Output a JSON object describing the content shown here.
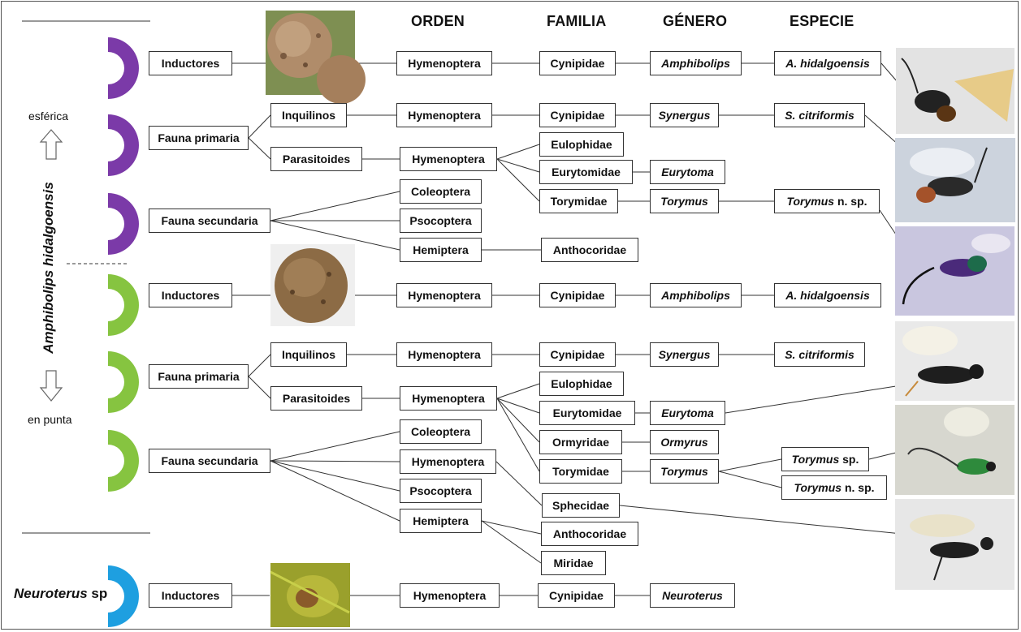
{
  "headers": {
    "orden": "ORDEN",
    "familia": "FAMILIA",
    "genero": "GÉNERO",
    "especie": "ESPECIE"
  },
  "side": {
    "species_label": "Amphibolips hidalgoensis",
    "top_shape": "esférica",
    "bottom_shape": "en punta",
    "neuroterus_genus": "Neuroterus",
    "neuroterus_suffix": " sp"
  },
  "colors": {
    "purple": "#7b3aa8",
    "green": "#86c440",
    "blue": "#1e9fe0",
    "line": "#333333"
  },
  "sections": {
    "spherical": {
      "inductores": "Inductores",
      "fauna_primaria": "Fauna primaria",
      "inquilinos": "Inquilinos",
      "parasitoides": "Parasitoides",
      "fauna_secundaria": "Fauna secundaria",
      "ind_orden": "Hymenoptera",
      "ind_familia": "Cynipidae",
      "ind_genero": "Amphibolips",
      "ind_especie": "A. hidalgoensis",
      "inq_orden": "Hymenoptera",
      "inq_familia": "Cynipidae",
      "inq_genero": "Synergus",
      "inq_especie": "S. citriformis",
      "par_orden": "Hymenoptera",
      "par_fam1": "Eulophidae",
      "par_fam2": "Eurytomidae",
      "par_gen2": "Eurytoma",
      "par_fam3": "Torymidae",
      "par_gen3": "Torymus",
      "par_esp3_genus": "Torymus",
      "par_esp3_suffix": " n. sp.",
      "sec_orden1": "Coleoptera",
      "sec_orden2": "Psocoptera",
      "sec_orden3": "Hemiptera",
      "sec_fam3": "Anthocoridae"
    },
    "pointed": {
      "inductores": "Inductores",
      "fauna_primaria": "Fauna primaria",
      "inquilinos": "Inquilinos",
      "parasitoides": "Parasitoides",
      "fauna_secundaria": "Fauna secundaria",
      "ind_orden": "Hymenoptera",
      "ind_familia": "Cynipidae",
      "ind_genero": "Amphibolips",
      "ind_especie": "A. hidalgoensis",
      "inq_orden": "Hymenoptera",
      "inq_familia": "Cynipidae",
      "inq_genero": "Synergus",
      "inq_especie": "S. citriformis",
      "par_orden": "Hymenoptera",
      "par_fam1": "Eulophidae",
      "par_fam2": "Eurytomidae",
      "par_gen2": "Eurytoma",
      "par_fam3": "Ormyridae",
      "par_gen3": "Ormyrus",
      "par_fam4": "Torymidae",
      "par_gen4": "Torymus",
      "par_esp4a_genus": "Torymus",
      "par_esp4a_suffix": " sp.",
      "par_esp4b_genus": "Torymus",
      "par_esp4b_suffix": " n. sp.",
      "sec_orden1": "Coleoptera",
      "sec_orden2": "Hymenoptera",
      "sec_orden3": "Psocoptera",
      "sec_orden4": "Hemiptera",
      "sec_fam_sphecidae": "Sphecidae",
      "sec_fam_anthocoridae": "Anthocoridae",
      "sec_fam_miridae": "Miridae"
    },
    "neuroterus": {
      "inductores": "Inductores",
      "orden": "Hymenoptera",
      "familia": "Cynipidae",
      "genero": "Neuroterus"
    }
  }
}
